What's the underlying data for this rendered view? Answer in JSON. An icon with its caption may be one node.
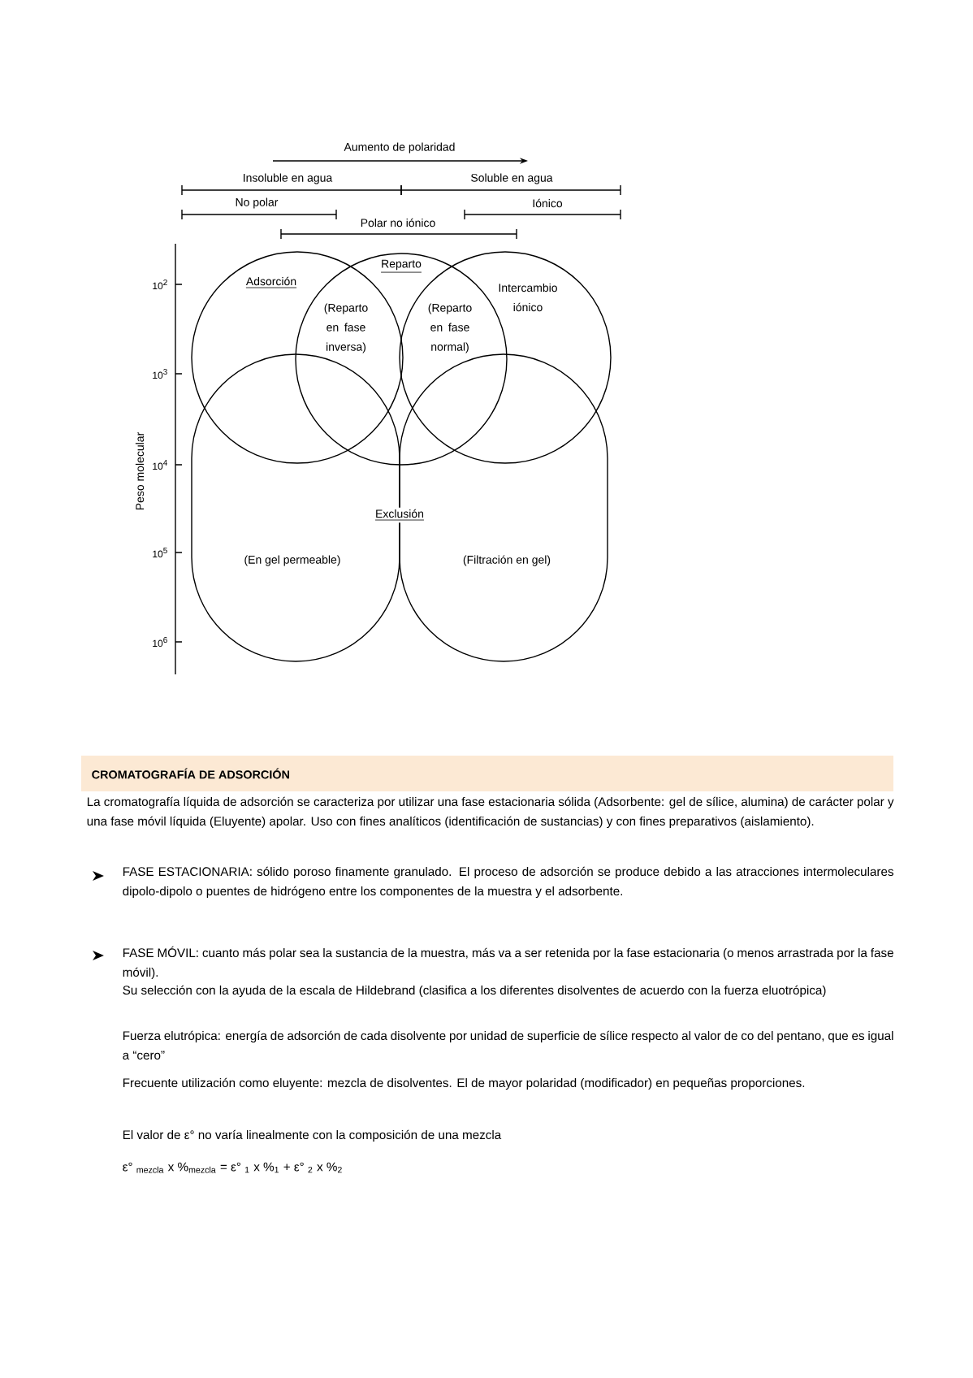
{
  "diagram": {
    "nodes": [
      {
        "text": [
          "Adsorción"
        ]
      },
      {
        "text": [
          "Reparto",
          "(Reparto en fase inversa)",
          "(Reparto en fase normal)"
        ]
      },
      {
        "text": [
          "Intercambio iónico"
        ]
      },
      {
        "text": [
          "(En gel permeable)"
        ]
      },
      {
        "text": [
          "(Filtración en gel)"
        ]
      }
    ],
    "labels": [
      "Aumento de polaridad",
      "Insoluble en agua",
      "Soluble en agua",
      "No polar",
      "Iónico",
      "Polar no iónico",
      "10$^{2}$",
      "10$^{3}$",
      "10$^{4}$",
      "10$^{5}$",
      "10$^{6}$",
      "Peso molecular",
      "Exclusión",
      "CROMATOGRAFÍA DE ADSORCIÓN",
      "La cromatografía líquida de adsorción se caracteriza por utilizar una fase estacionaria sólida (Adsorbente: gel de sílice, alumina) de carácter polar y una fase móvil líquida (Eluyente) apolar. Uso con fines analíticos (identificación de sustancias) y con fines preparativos (aislamiento).",
      "FASE ESTACIONARIA: sólido poroso finamente granulado. El proceso de adsorción se produce debido a las atracciones intermoleculares dipolo-dipolo o puentes de hidrógeno entre los componentes de la muestra y el adsorbente.",
      "FASE MÓVIL: cuanto más polar sea la sustancia de la muestra, más va a ser retenida por la fase estacionaria (o menos arrastrada por la fase móvil).",
      "Su selección con la ayuda de la escala de Hildebrand (clasifica a los diferentes disolventes de acuerdo con la fuerza eluotrópica)",
      "Fuerza elutrópica: energía de adsorción de cada disolvente por unidad de superficie de sílice respecto al valor de co del pentano, que es igual a “cero”",
      "Frecuente utilización como eluyente: mezcla de disolventes. El de mayor polaridad (modificador) en pequeñas proporciones.",
      "El valor de ε° no varía linealmente con la composición de una mezcla",
      "ε° $_{mezcla}$ x %$_{mezcla}$ = ε° $_{1}$ x %$_{1}$ + ε° $_{2}$ x %$_{2}$"
    ]
  }
}
